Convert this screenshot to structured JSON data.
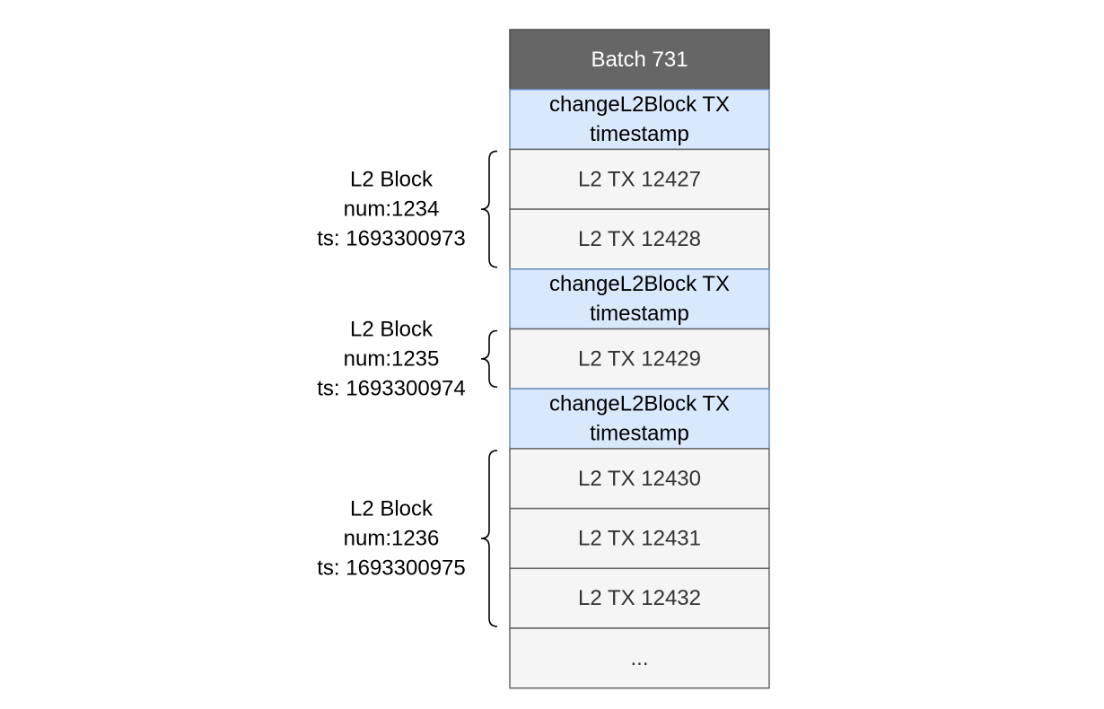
{
  "batch": {
    "title": "Batch 731",
    "cells": [
      {
        "kind": "change",
        "lines": [
          "changeL2Block TX",
          "timestamp"
        ]
      },
      {
        "kind": "tx",
        "lines": [
          "L2 TX 12427"
        ]
      },
      {
        "kind": "tx",
        "lines": [
          "L2 TX 12428"
        ]
      },
      {
        "kind": "change",
        "lines": [
          "changeL2Block TX",
          "timestamp"
        ]
      },
      {
        "kind": "tx",
        "lines": [
          "L2 TX 12429"
        ]
      },
      {
        "kind": "change",
        "lines": [
          "changeL2Block TX",
          "timestamp"
        ]
      },
      {
        "kind": "tx",
        "lines": [
          "L2 TX 12430"
        ]
      },
      {
        "kind": "tx",
        "lines": [
          "L2 TX 12431"
        ]
      },
      {
        "kind": "tx",
        "lines": [
          "L2 TX 12432"
        ]
      },
      {
        "kind": "tx",
        "lines": [
          "..."
        ]
      }
    ]
  },
  "blocks": [
    {
      "lines": [
        "L2 Block",
        "num:1234",
        "ts: 1693300973"
      ],
      "first_cell": 1,
      "last_cell": 2
    },
    {
      "lines": [
        "L2 Block",
        "num:1235",
        "ts: 1693300974"
      ],
      "first_cell": 4,
      "last_cell": 4
    },
    {
      "lines": [
        "L2 Block",
        "num:1236",
        "ts: 1693300975"
      ],
      "first_cell": 6,
      "last_cell": 8
    }
  ]
}
